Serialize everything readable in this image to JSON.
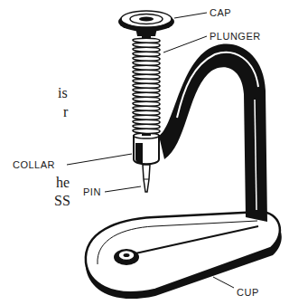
{
  "diagram": {
    "labels": [
      "CAP",
      "PLUNGER",
      "COLLAR",
      "PIN",
      "CUP",
      "is",
      "r",
      "he",
      "SS"
    ]
  }
}
